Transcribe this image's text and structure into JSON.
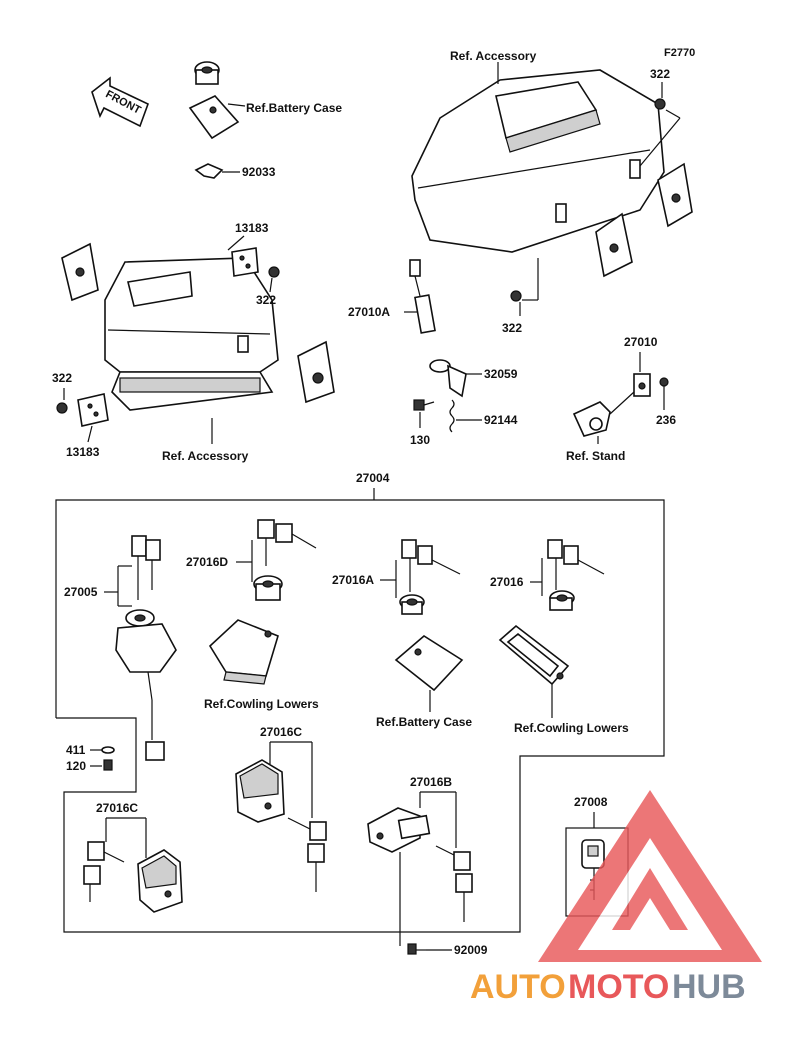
{
  "figure_code": "F2770",
  "front_arrow": "FRONT",
  "labels": {
    "ref_accessory_top": "Ref. Accessory",
    "ref_accessory_left": "Ref. Accessory",
    "ref_battery_case_top": "Ref.Battery Case",
    "ref_battery_case_mid": "Ref.Battery Case",
    "ref_stand": "Ref. Stand",
    "ref_cowling_lowers_1": "Ref.Cowling Lowers",
    "ref_cowling_lowers_2": "Ref.Cowling Lowers"
  },
  "parts": {
    "p92033": "92033",
    "p13183_a": "13183",
    "p13183_b": "13183",
    "p322_a": "322",
    "p322_b": "322",
    "p322_c": "322",
    "p322_d": "322",
    "p27010a": "27010A",
    "p32059": "32059",
    "p92144": "92144",
    "p130": "130",
    "p27010": "27010",
    "p236": "236",
    "p27004": "27004",
    "p27005": "27005",
    "p27016d": "27016D",
    "p27016a": "27016A",
    "p27016": "27016",
    "p27016c_a": "27016C",
    "p27016c_b": "27016C",
    "p27016b": "27016B",
    "p27008": "27008",
    "p411": "411",
    "p120": "120",
    "p92009": "92009"
  },
  "watermark": {
    "part1": "AUTO",
    "part2": "MOTO",
    "part3": "HUB",
    "color_orange": "#f2a03a",
    "color_red": "#e8585a",
    "color_gray": "#7d8a99"
  }
}
